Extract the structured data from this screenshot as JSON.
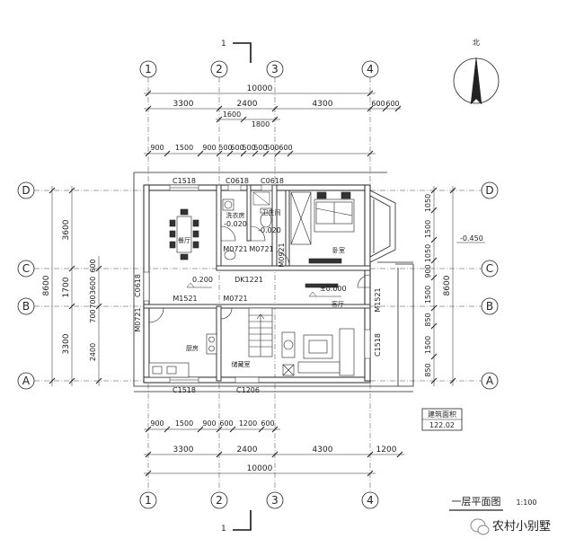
{
  "drawing": {
    "title": "一层平面图",
    "scale": "1:100",
    "north_label": "北",
    "section_mark": "1",
    "watermark": "农村小别墅",
    "area_label": "建筑面积",
    "area_value": "122.02"
  },
  "axes": {
    "vertical": [
      "1",
      "2",
      "3",
      "4"
    ],
    "horizontal": [
      "D",
      "C",
      "B",
      "A"
    ]
  },
  "dims_top": {
    "overall": "10000",
    "bays": [
      "3300",
      "2400",
      "4300"
    ],
    "extra": "600",
    "extra2": "600",
    "sub": "1600",
    "sub2": "1800",
    "details": [
      "900",
      "1500",
      "900",
      "500",
      "600",
      "500",
      "500",
      "500",
      "600"
    ]
  },
  "dims_bottom": {
    "details": [
      "900",
      "1500",
      "900",
      "600",
      "1200",
      "600"
    ],
    "bays": [
      "3300",
      "2400",
      "4300",
      "1200"
    ],
    "overall": "10000"
  },
  "dims_left": {
    "overall": "8600",
    "bays": [
      "3600",
      "1700",
      "3300"
    ],
    "details": [
      "600",
      "3600",
      "700",
      "700",
      "2400"
    ]
  },
  "dims_right": {
    "overall": "8600",
    "details": [
      "1050",
      "1500",
      "1050",
      "900",
      "1500",
      "850",
      "1500",
      "850"
    ],
    "level": "-0.450"
  },
  "openings": {
    "c1518_top": "C1518",
    "c0618_a": "C0618",
    "c0618_b": "C0618",
    "m0721_a": "M0721",
    "m0721_b": "M0721",
    "m0921": "M0921",
    "dk1221": "DK1221",
    "c0618_left": "C0618",
    "m1521_left": "M1521",
    "m0721_c": "M0721",
    "m0721_side": "M0721",
    "m1521_right": "M1521",
    "c1518_right": "C1518",
    "c1518_bottom": "C1518",
    "c1206": "C1206"
  },
  "rooms": {
    "dining": "餐厅",
    "laundry": "洗衣房",
    "toilet": "卫生间",
    "bedroom": "卧室",
    "living": "客厅",
    "kitchen": "厨房",
    "storage": "储藏室"
  },
  "levels": {
    "main": "±0.000",
    "west": "0.200",
    "wc1": "-0.020",
    "wc2": "-0.020"
  },
  "colors": {
    "line": "#222222",
    "fill_dark": "#333333"
  }
}
